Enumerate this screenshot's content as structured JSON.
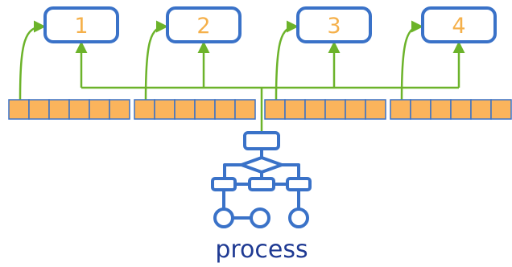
{
  "boxes": [
    {
      "label": "1"
    },
    {
      "label": "2"
    },
    {
      "label": "3"
    },
    {
      "label": "4"
    }
  ],
  "segments_count": 4,
  "cells_per_segment": 6,
  "caption": "process",
  "colors": {
    "box_stroke": "#3a72c8",
    "box_label": "#f5b04a",
    "connector": "#6cb32a",
    "cell_fill": "#fbb45c",
    "cell_stroke": "#3a72c8",
    "flowchart_stroke": "#3a72c8",
    "caption": "#1f3a93"
  },
  "icons": [
    "flowchart-process-icon"
  ]
}
